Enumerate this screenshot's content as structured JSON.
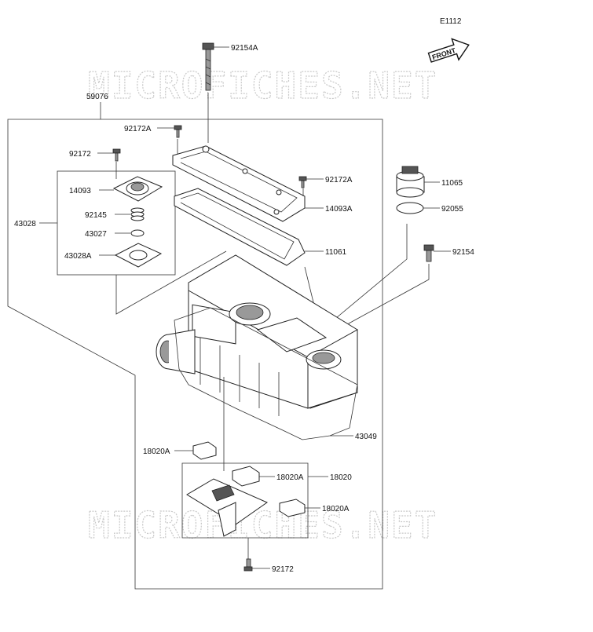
{
  "diagram_code": "E1112",
  "front_label": "FRONT",
  "watermark": "MICROFICHES.NET",
  "parts": {
    "p92154A": "92154A",
    "p59076": "59076",
    "p92172A_top": "92172A",
    "p92172_left": "92172",
    "p14093": "14093",
    "p43028": "43028",
    "p92145": "92145",
    "p43027": "43027",
    "p43028A": "43028A",
    "p92172A_mid": "92172A",
    "p14093A": "14093A",
    "p11061": "11061",
    "p11065": "11065",
    "p92055": "92055",
    "p92154": "92154",
    "p43049": "43049",
    "p18020A_left": "18020A",
    "p18020A_mid": "18020A",
    "p18020": "18020",
    "p18020A_low": "18020A",
    "p92172_bottom": "92172"
  }
}
